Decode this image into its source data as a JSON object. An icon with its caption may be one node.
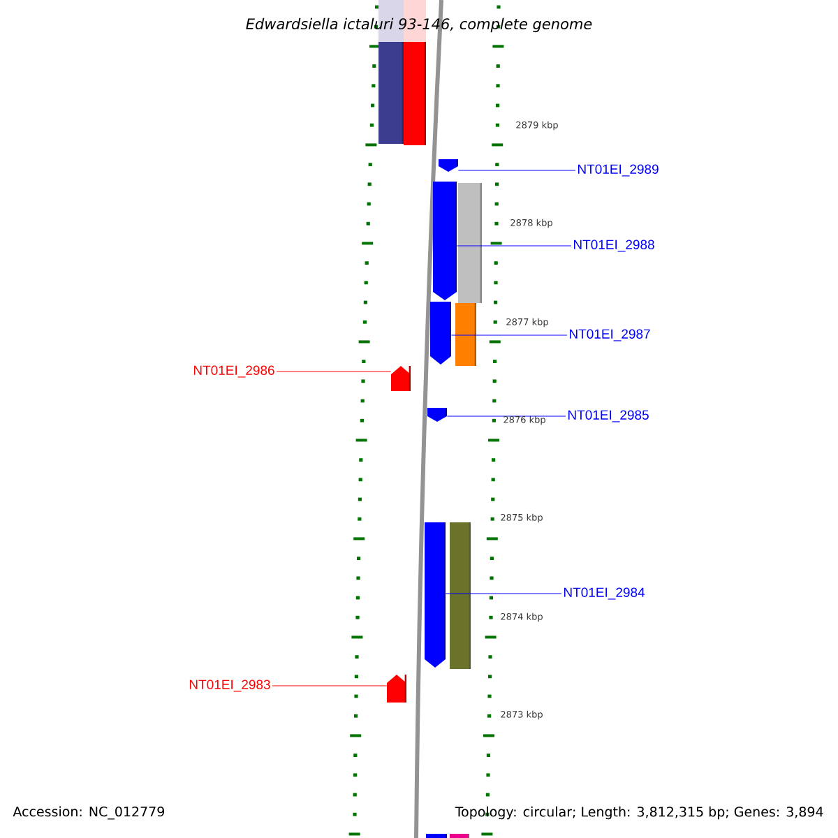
{
  "diagram": {
    "title": "Edwardsiella ictaluri 93-146, complete genome",
    "nodes": [
      {
        "text": [
          "NT01EI_2989"
        ]
      },
      {
        "text": [],
        "shape": "arrow"
      },
      {
        "text": [
          "NT01EI_2988"
        ]
      },
      {
        "text": [],
        "shape": "arrow"
      },
      {
        "text": [
          "NT01EI_2987"
        ]
      },
      {
        "text": [],
        "shape": "arrow"
      },
      {
        "text": [
          "NT01EI_2986"
        ]
      },
      {
        "text": [],
        "shape": "arrow"
      },
      {
        "text": [
          "NT01EI_2985"
        ]
      },
      {
        "text": [],
        "shape": "arrow"
      },
      {
        "text": [
          "NT01EI_2984"
        ]
      },
      {
        "text": [],
        "shape": "arrow"
      },
      {
        "text": [
          "NT01EI_2983"
        ]
      },
      {
        "text": [],
        "shape": "arrow"
      }
    ],
    "edges": [
      {
        "from": 0,
        "to": 1,
        "arrow": "none"
      },
      {
        "from": 2,
        "to": 3,
        "arrow": "none"
      },
      {
        "from": 4,
        "to": 5,
        "arrow": "none"
      },
      {
        "from": 6,
        "to": 7,
        "arrow": "none",
        "color": "#ff0000"
      },
      {
        "from": 8,
        "to": 9,
        "arrow": "none"
      },
      {
        "from": 10,
        "to": 11,
        "arrow": "none"
      },
      {
        "from": 12,
        "to": 13,
        "arrow": "none",
        "color": "#ff0000"
      }
    ],
    "labels": [
      "2879 kbp",
      "2878 kbp",
      "2877 kbp",
      "2876 kbp",
      "2875 kbp",
      "2874 kbp",
      "2873 kbp",
      "Accession: NC_012779",
      "Topology: circular; Length: 3,812,315 bp; Genes: 3,894"
    ]
  }
}
